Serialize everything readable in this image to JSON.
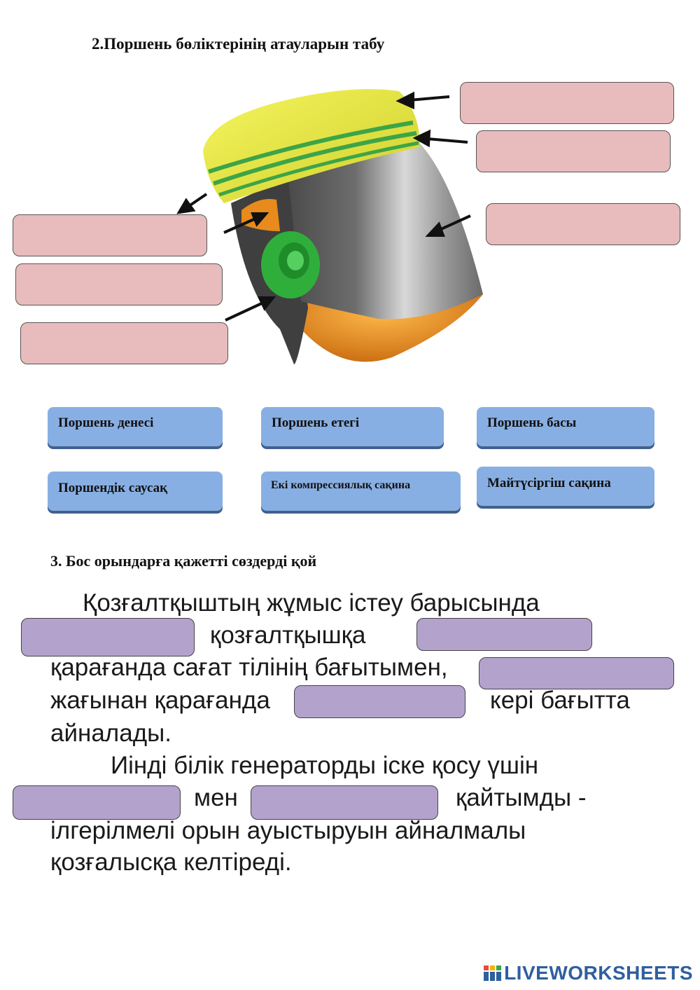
{
  "section2": {
    "title": "2.Поршень бөліктерінің атауларын табу"
  },
  "chips": [
    "Поршень денесі",
    "Поршень етегі",
    "Поршень басы",
    "Поршендік саусақ",
    "Екі  компрессиялық сақина",
    "Майтүсіргіш сақина"
  ],
  "section3": {
    "title": "3. Бос орындарға қажетті сөздерді қой",
    "p1_line1": "Қозғалтқыштың жұмыс істеу барысында",
    "p1_w1": "қозғалтқышқа",
    "p1_line3": "қарағанда сағат тілінің бағытымен,",
    "p1_line4a": "жағынан қарағанда",
    "p1_line4b": "кері бағытта",
    "p1_line5": "айналады.",
    "p2_line1": "Иінді білік генераторды іске қосу үшін",
    "p2_w1": "мен",
    "p2_w2": "қайтымды -",
    "p2_line3": "ілгерілмелі орын ауыстыруын айналмалы",
    "p2_line4": "қозғалысқа келтіреді."
  },
  "brand": {
    "text": "LIVEWORKSHEETS"
  },
  "colors": {
    "drop_zone": "#e8bcbc",
    "chip": "#88afe3",
    "blank": "#b3a2cc",
    "piston_crown": "#e2e24a",
    "ring": "#3da447",
    "body": "#8a8a8a",
    "pin": "#2fae3c",
    "skirt_inner": "#e88a1c",
    "brand": "#2f5f9e"
  }
}
